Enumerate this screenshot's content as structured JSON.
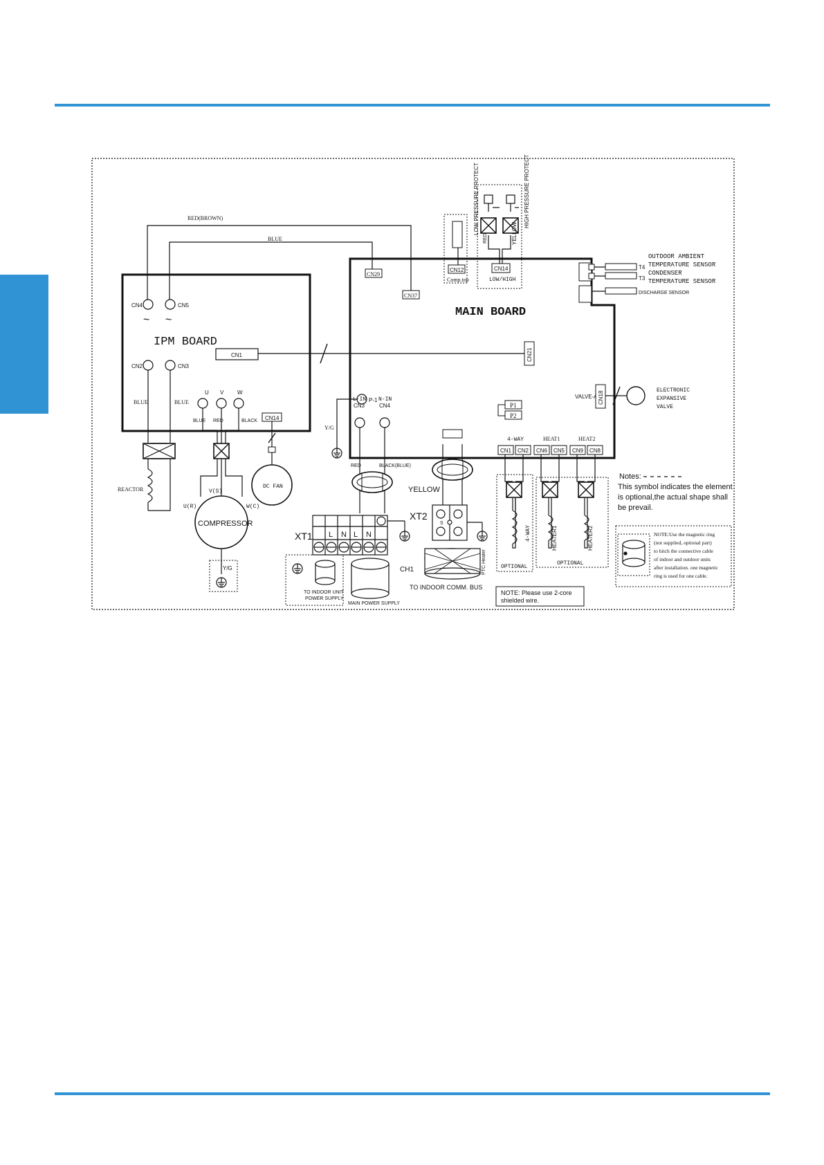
{
  "colors": {
    "accent": "#2f93d4",
    "line": "#111111"
  },
  "labels": {
    "red_brown": "RED(BROWN)",
    "blue_top": "BLUE",
    "low_pressure": "LOW PRESSURE PROTECT",
    "high_pressure": "HIGH PRESSURE PROTECT",
    "red_lp": "RED",
    "yellow_hp": "YELLOW",
    "cn12": "CN12",
    "comp_top": "Comp.top",
    "cn14_main": "CN14",
    "low_high": "LOW/HIGH",
    "cn29": "CN29",
    "cn37": "CN37",
    "t4": "T4",
    "t3": "T3",
    "outdoor_ambient": "OUTDOOR AMBIENT",
    "temp_sensor_1": "TEMPERATURE SENSOR",
    "condenser": "CONDENSER",
    "temp_sensor_2": "TEMPERATURE SENSOR",
    "discharge_sensor": "DISCHARGE SENSOR",
    "main_board": "MAIN BOARD",
    "ipm_board": "IPM BOARD",
    "cn4_ipm": "CN4",
    "cn5_ipm": "CN5",
    "cn2_ipm": "CN2",
    "cn3_ipm": "CN3",
    "cn1_ipm": "CN1",
    "cn21": "CN21",
    "u": "U",
    "v": "V",
    "w": "W",
    "blue_u": "BLUE",
    "red_v": "RED",
    "black_w": "BLACK",
    "cn14_ipm": "CN14",
    "blue_left1": "BLUE",
    "blue_left2": "BLUE",
    "reactor": "REACTOR",
    "us_r": "U(R)",
    "vs": "V(S)",
    "wc": "W(C)",
    "compressor": "COMPRESSOR",
    "yg_comp": "Y/G",
    "dc_fan": "DC FAN",
    "p1_main": "P-1",
    "yg_left": "Y/G",
    "l_in": "L-IN",
    "cn3_main": "CN3",
    "n_in": "N-IN",
    "cn4_main": "CN4",
    "p1": "P1",
    "p2": "P2",
    "valve_a": "VALVE-A",
    "cn18": "CN18",
    "eev_1": "ELECTRONIC",
    "eev_2": "EXPANSIVE",
    "eev_3": "VALVE",
    "four_way_top": "4-WAY",
    "heat1": "HEAT1",
    "heat2": "HEAT2",
    "cn1_b": "CN1",
    "cn2_b": "CN2",
    "cn6_b": "CN6",
    "cn5_b": "CN5",
    "cn9_b": "CN9",
    "cn8_b": "CN8",
    "red_wire": "RED",
    "black_blue": "BLACK(BLUE)",
    "yellow": "YELLOW",
    "xt1": "XT1",
    "xt2": "XT2",
    "l1": "L",
    "n1": "N",
    "l2": "L",
    "n2": "N",
    "s": "S",
    "ch1": "CH1",
    "to_indoor_1": "TO INDOOR UNIT",
    "to_indoor_2": "POWER SUPPLY",
    "main_power": "MAIN POWER SUPPLY",
    "to_indoor_comm": "TO INDOOR COMM. BUS",
    "ptc_heater": "PTC Heater",
    "note_wire_1": "NOTE: Please use 2-core",
    "note_wire_2": "shielded wire.",
    "four_way_coil": "4-WAY",
    "optional_1": "OPTIONAL",
    "heater1": "HEATER1",
    "heater2": "HEATER2",
    "optional_2": "OPTIONAL",
    "notes_title": "Notes:",
    "notes_1": "This symbol indicates the element",
    "notes_2": "is  optional,the actual shape shall",
    "notes_3": "be prevail.",
    "ring_1": "NOTE:Use the magnetic ring",
    "ring_2": "(not supplied, optional part)",
    "ring_3": "to hitch the connective cable",
    "ring_4": "of indoor and outdoor units",
    "ring_5": "after installation. one magnetic",
    "ring_6": "ring is used for one cable."
  }
}
